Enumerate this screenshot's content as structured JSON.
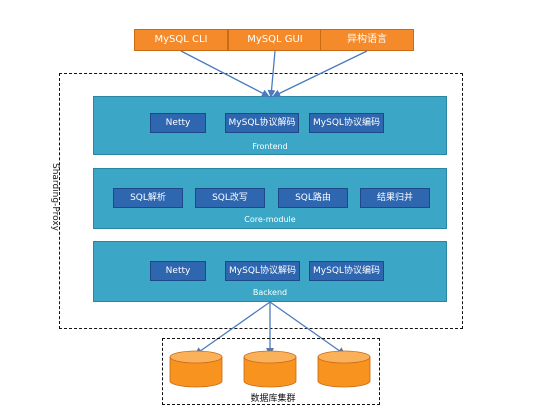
{
  "clients": [
    "MySQL CLI",
    "MySQL GUI",
    "异构语言"
  ],
  "proxy": {
    "label": "Sharding-Proxy"
  },
  "layers": {
    "frontend": {
      "title": "Frontend",
      "modules": [
        "Netty",
        "MySQL协议解码",
        "MySQL协议编码"
      ]
    },
    "core": {
      "title": "Core-module",
      "modules": [
        "SQL解析",
        "SQL改写",
        "SQL路由",
        "结果归并"
      ]
    },
    "backend": {
      "title": "Backend",
      "modules": [
        "Netty",
        "MySQL协议解码",
        "MySQL协议编码"
      ]
    }
  },
  "database": {
    "label": "数据库集群",
    "count": 3
  },
  "colors": {
    "client": "#f58a2a",
    "layer": "#3ba6c6",
    "module": "#2e66b0",
    "db": "#f7931e",
    "arrow": "#4a7bbd"
  }
}
